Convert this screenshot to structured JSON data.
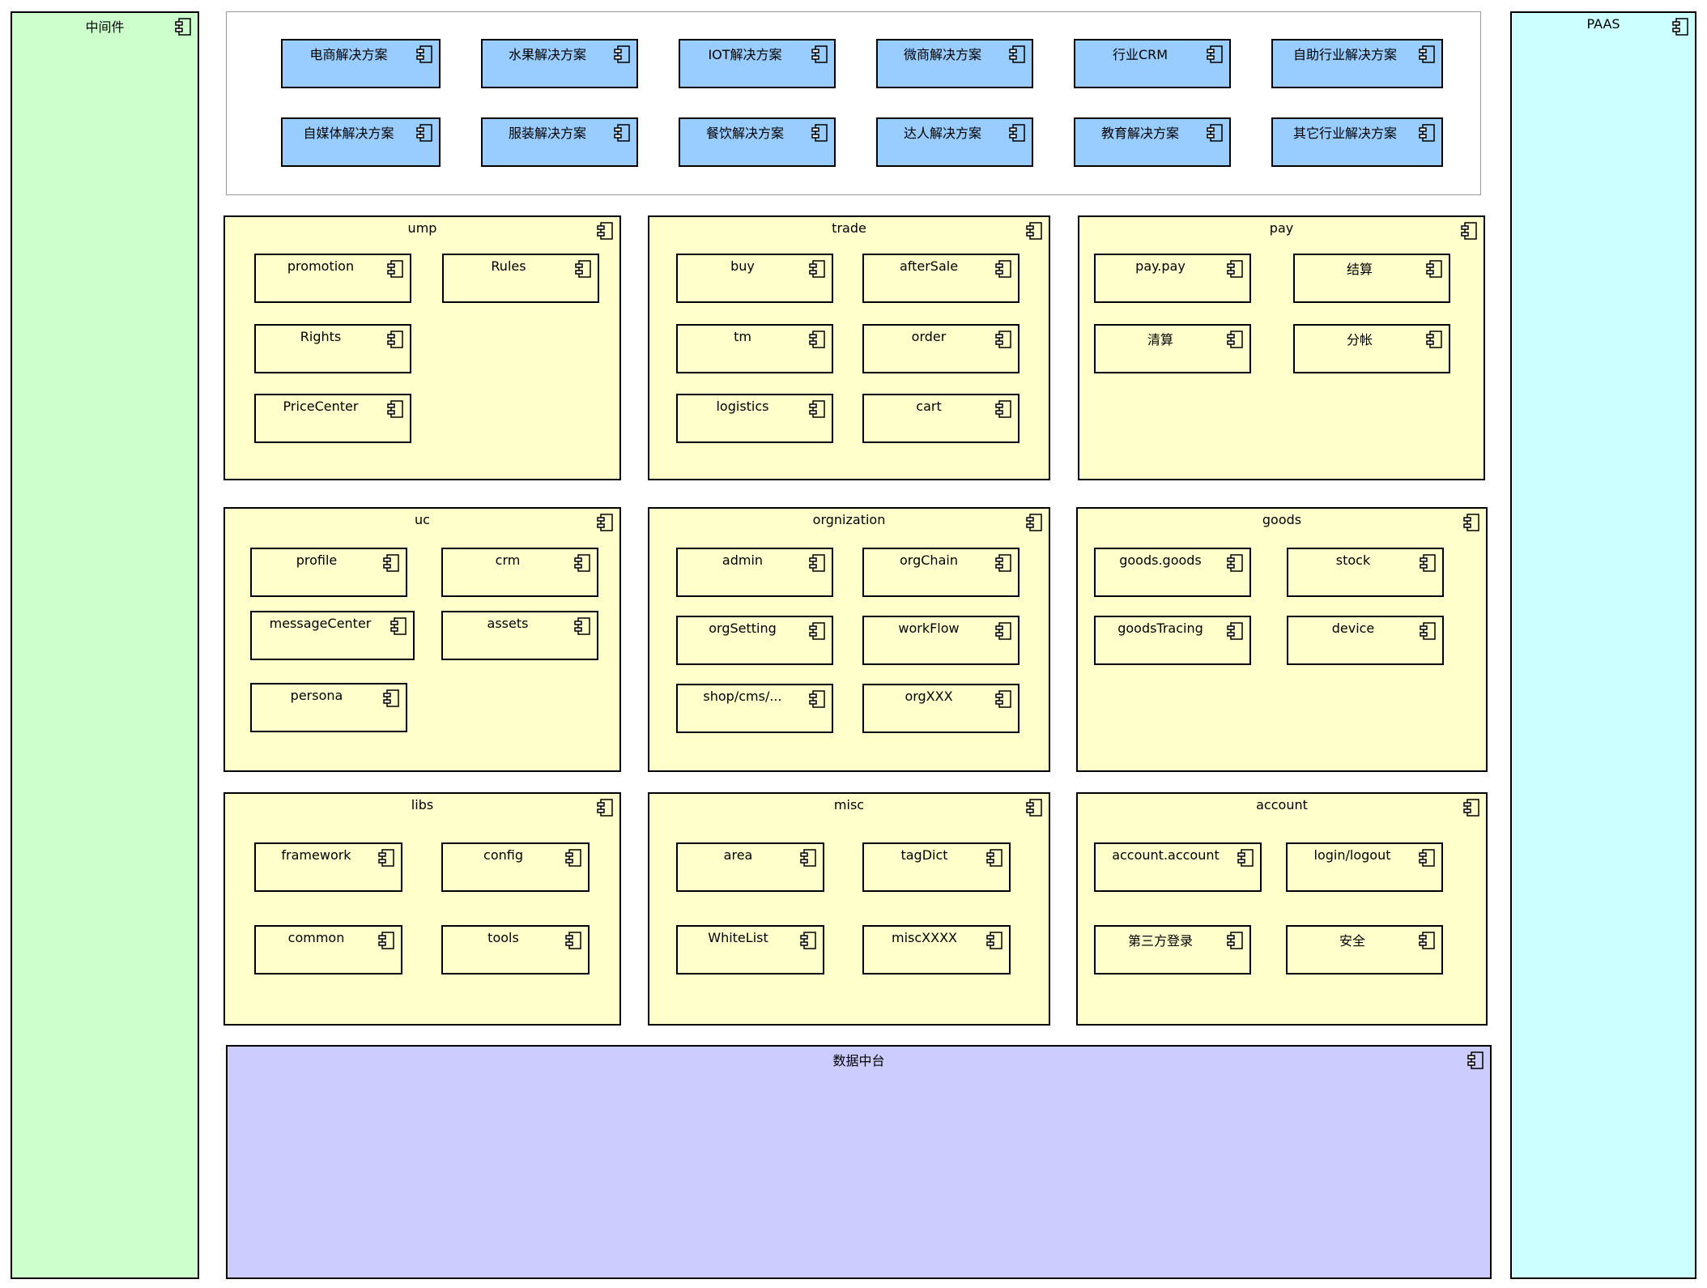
{
  "left_panel": {
    "title": "中间件"
  },
  "right_panel": {
    "title": "PAAS"
  },
  "solutions": [
    "电商解决方案",
    "水果解决方案",
    "IOT解决方案",
    "微商解决方案",
    "行业CRM",
    "自助行业解决方案",
    "自媒体解决方案",
    "服装解决方案",
    "餐饮解决方案",
    "达人解决方案",
    "教育解决方案",
    "其它行业解决方案"
  ],
  "packages": [
    {
      "title": "ump",
      "components": [
        "promotion",
        "Rules",
        "Rights",
        "PriceCenter"
      ]
    },
    {
      "title": "trade",
      "components": [
        "buy",
        "afterSale",
        "tm",
        "order",
        "logistics",
        "cart"
      ]
    },
    {
      "title": "pay",
      "components": [
        "pay.pay",
        "结算",
        "清算",
        "分帐"
      ]
    },
    {
      "title": "uc",
      "components": [
        "profile",
        "crm",
        "messageCenter",
        "assets",
        "persona"
      ]
    },
    {
      "title": "orgnization",
      "components": [
        "admin",
        "orgChain",
        "orgSetting",
        "workFlow",
        "shop/cms/...",
        "orgXXX"
      ]
    },
    {
      "title": "goods",
      "components": [
        "goods.goods",
        "stock",
        "goodsTracing",
        "device"
      ]
    },
    {
      "title": "libs",
      "components": [
        "framework",
        "config",
        "common",
        "tools"
      ]
    },
    {
      "title": "misc",
      "components": [
        "area",
        "tagDict",
        "WhiteList",
        "miscXXXX"
      ]
    },
    {
      "title": "account",
      "components": [
        "account.account",
        "login/logout",
        "第三方登录",
        "安全"
      ]
    }
  ],
  "data_platform": {
    "title": "数据中台"
  },
  "colors": {
    "middleware": "#ccffcc",
    "paas": "#ccffff",
    "solution": "#99ccff",
    "package": "#ffffcc",
    "data_platform": "#ccccff"
  }
}
